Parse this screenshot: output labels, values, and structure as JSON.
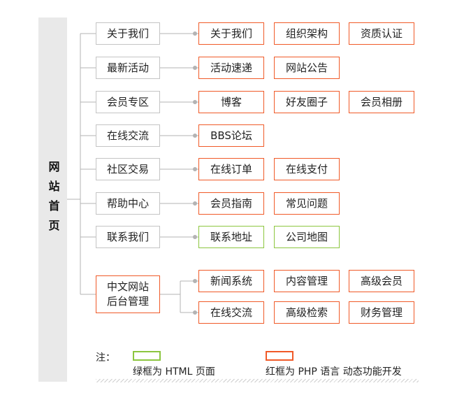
{
  "root": {
    "label": "网站首页"
  },
  "sections": [
    {
      "label": "关于我们",
      "children": [
        {
          "label": "关于我们",
          "type": "php"
        },
        {
          "label": "组织架构",
          "type": "php"
        },
        {
          "label": "资质认证",
          "type": "php"
        }
      ]
    },
    {
      "label": "最新活动",
      "children": [
        {
          "label": "活动速递",
          "type": "php"
        },
        {
          "label": "网站公告",
          "type": "php"
        }
      ]
    },
    {
      "label": "会员专区",
      "children": [
        {
          "label": "博客",
          "type": "php"
        },
        {
          "label": "好友圈子",
          "type": "php"
        },
        {
          "label": "会员相册",
          "type": "php"
        }
      ]
    },
    {
      "label": "在线交流",
      "children": [
        {
          "label": "BBS论坛",
          "type": "php"
        }
      ]
    },
    {
      "label": "社区交易",
      "children": [
        {
          "label": "在线订单",
          "type": "php"
        },
        {
          "label": "在线支付",
          "type": "php"
        }
      ]
    },
    {
      "label": "帮助中心",
      "children": [
        {
          "label": "会员指南",
          "type": "php"
        },
        {
          "label": "常见问题",
          "type": "php"
        }
      ]
    },
    {
      "label": "联系我们",
      "children": [
        {
          "label": "联系地址",
          "type": "html"
        },
        {
          "label": "公司地图",
          "type": "html"
        }
      ]
    }
  ],
  "admin": {
    "label_line1": "中文网站",
    "label_line2": "后台管理",
    "rows": [
      [
        {
          "label": "新闻系统",
          "type": "php"
        },
        {
          "label": "内容管理",
          "type": "php"
        },
        {
          "label": "高级会员",
          "type": "php"
        }
      ],
      [
        {
          "label": "在线交流",
          "type": "php"
        },
        {
          "label": "高级检索",
          "type": "php"
        },
        {
          "label": "财务管理",
          "type": "php"
        }
      ]
    ]
  },
  "legend": {
    "title": "注：",
    "html_text": "绿框为 HTML 页面",
    "php_text": "红框为 PHP 语言 动态功能开发",
    "html_color": "#8cc63f",
    "php_color": "#f05a28"
  },
  "colors": {
    "line": "#b3b3b3",
    "gray_border": "#c4c4c4"
  }
}
